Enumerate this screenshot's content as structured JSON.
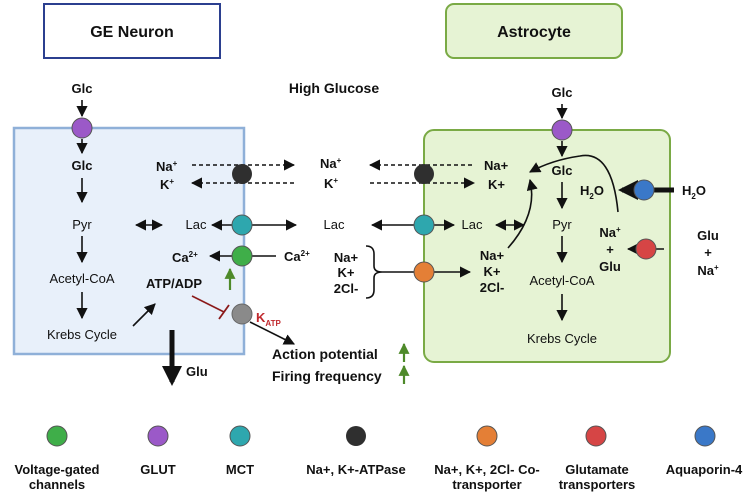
{
  "titles": {
    "neuron": "GE Neuron",
    "astrocyte": "Astrocyte",
    "center": "High Glucose"
  },
  "neuron": {
    "glc_top": "Glc",
    "glc_in": "Glc",
    "pyr": "Pyr",
    "acetyl": "Acetyl-CoA",
    "krebs": "Krebs Cycle",
    "na": "Na",
    "k": "K",
    "lac": "Lac",
    "ca": "Ca",
    "charge_2plus": "2+",
    "plus": "+",
    "atp_adp": "ATP/ADP",
    "k_atp_main": "K",
    "k_atp_sub": "ATP",
    "glu_out": "Glu"
  },
  "middle": {
    "na": "Na",
    "k": "K",
    "lac": "Lac",
    "ca": "Ca",
    "na_plus": "Na+",
    "k_plus": "K+",
    "cl": "2Cl-",
    "action_potential": "Action potential",
    "firing_frequency": "Firing frequency"
  },
  "astrocyte": {
    "glc_top": "Glc",
    "na_plus": "Na+",
    "k_plus": "K+",
    "glc_in": "Glc",
    "h2o_in": "H",
    "h2o_out": "H",
    "two": "2",
    "o": "O",
    "pyr": "Pyr",
    "lac": "Lac",
    "na_in": "Na",
    "plus_sign": "+",
    "glu_in": "Glu",
    "na_k_cl_na": "Na+",
    "na_k_cl_k": "K+",
    "na_k_cl_cl": "2Cl-",
    "acetyl": "Acetyl-CoA",
    "krebs": "Krebs Cycle",
    "glu_out": "Glu",
    "plus_out": "+",
    "na_out": "Na"
  },
  "legend": [
    {
      "label": "Voltage-gated channels",
      "color": "#3fae49"
    },
    {
      "label": "GLUT",
      "color": "#9b59c8"
    },
    {
      "label": "MCT",
      "color": "#2ea7ae"
    },
    {
      "label": "Na+, K+-ATPase",
      "color": "#2f2f2f"
    },
    {
      "label": "Na+, K+, 2Cl- Co-transporter",
      "color": "#e47f36"
    },
    {
      "label": "Glutamate transporters",
      "color": "#d64545"
    },
    {
      "label": "Aquaporin-4",
      "color": "#3a78c8"
    }
  ],
  "colors": {
    "neuron_fill": "#e8f0fa",
    "neuron_border": "#8fb0d8",
    "astro_fill": "#e6f3d4",
    "astro_border": "#7aaa45",
    "up_arrow": "#4e8a2a",
    "k_atp_label": "#c0282d",
    "inhibit": "#8b1a1a",
    "channel_grey": "#8a8a8a"
  }
}
